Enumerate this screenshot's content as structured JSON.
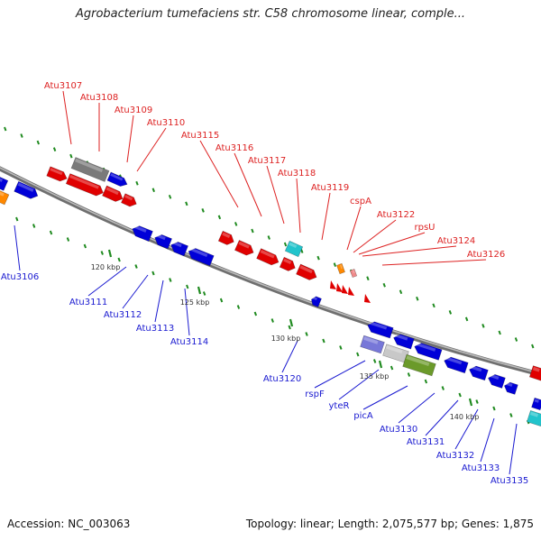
{
  "header": {
    "title": "Agrobacterium tumefaciens str. C58 chromosome linear, comple..."
  },
  "footer": {
    "accession": "Accession: NC_003063",
    "summary": "Topology: linear; Length: 2,075,577 bp; Genes: 1,875"
  },
  "colors": {
    "top_label": "#dd2222",
    "bottom_label": "#1a1ad0",
    "tick_label": "#333333",
    "gene_red": "#e00000",
    "gene_blue": "#0000d8",
    "gene_gray": "#7a7a7a",
    "gene_cyan": "#22c4cc",
    "gene_orange": "#ff8800",
    "gene_pink": "#f08a8a",
    "gene_purple": "#7777d8",
    "gene_lightgray": "#c8c8c8",
    "gene_green": "#6b9a2a",
    "backbone": "#8a8a8a",
    "dot": "#1f8a1f"
  },
  "ticks": [
    "120 kbp",
    "125 kbp",
    "130 kbp",
    "135 kbp",
    "140 kbp"
  ],
  "top_genes": [
    "Atu3107",
    "Atu3108",
    "Atu3109",
    "Atu3110",
    "Atu3115",
    "Atu3116",
    "Atu3117",
    "Atu3118",
    "Atu3119",
    "cspA",
    "Atu3122",
    "rpsU",
    "Atu3124",
    "Atu3126"
  ],
  "bottom_genes": [
    "Atu3106",
    "Atu3111",
    "Atu3112",
    "Atu3113",
    "Atu3114",
    "Atu3120",
    "rspF",
    "yteR",
    "picA",
    "Atu3130",
    "Atu3131",
    "Atu3132",
    "Atu3133",
    "Atu3135"
  ]
}
